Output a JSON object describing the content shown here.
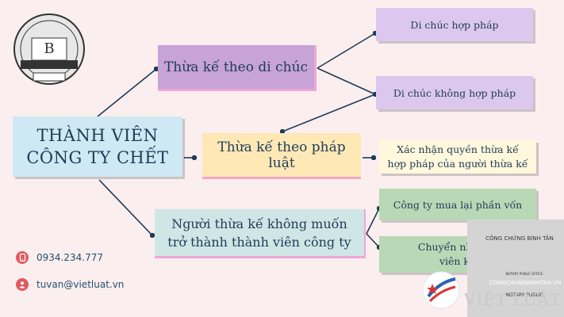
{
  "root": {
    "line1": "THÀNH VIÊN",
    "line2": "CÔNG TY CHẾT"
  },
  "branches": [
    {
      "label": "Thừa kế theo di chúc"
    },
    {
      "label": "Thừa kế theo pháp luật"
    },
    {
      "line1": "Người thừa kế không muốn",
      "line2": "trở thành thành viên công ty"
    }
  ],
  "leaves": [
    {
      "label": "Di chúc hợp pháp"
    },
    {
      "label": "Di chúc không hợp pháp"
    },
    {
      "line1": "Xác nhận quyền thừa kế",
      "line2": "hợp pháp của người thừa kế"
    },
    {
      "label": "Công ty mua lại phần vốn"
    },
    {
      "line1": "Chuyển nhượng",
      "line2": "viên kh"
    }
  ],
  "contact": {
    "phone": "0934.234.777",
    "email": "tuvan@vietluat.vn",
    "phone_icon": "phone-icon",
    "email_icon": "user-icon"
  },
  "logo": {
    "word": "VIỆT LUẬT"
  },
  "seal": {
    "top_text": "CÔNG CHỨNG BÌNH TÂN",
    "sub_text": "NOTARY PUBLIC OFFICE",
    "domain": "CONGCHUNGBINHTAN.VN",
    "bottom_text": "NOTARY PUBLIC"
  },
  "colors": {
    "background": "#fbeeee",
    "root": "#cfe9f4",
    "branch_will": "#c7a3d6",
    "branch_law": "#fde8b6",
    "branch_heir": "#cfe6e6",
    "leaf_purple": "#dcc8ef",
    "leaf_cream": "#fff8dc",
    "leaf_green": "#b9d8b6",
    "line": "#1f3b57",
    "icon_red": "#e05a5f"
  }
}
